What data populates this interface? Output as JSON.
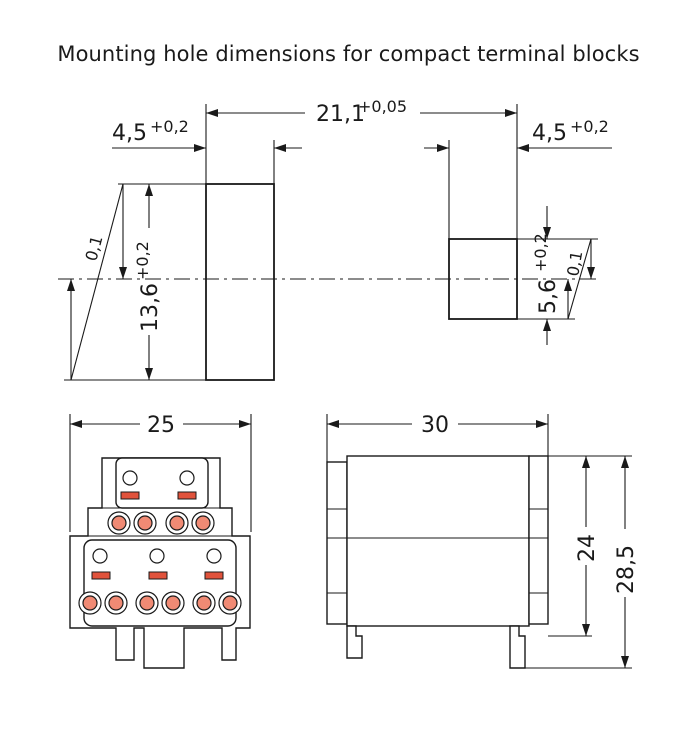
{
  "title": "Mounting hole dimensions for compact terminal blocks",
  "dimensions": {
    "hole_pitch": {
      "value": "21,1",
      "tolerance": "+0,05"
    },
    "hole_width_left": {
      "value": "4,5",
      "tolerance": "+0,2"
    },
    "hole_width_right": {
      "value": "4,5",
      "tolerance": "+0,2"
    },
    "hole_height_left": {
      "value": "13,6",
      "tolerance": "+0,2"
    },
    "hole_height_right": {
      "value": "5,6",
      "tolerance": "+0,2"
    },
    "slant_left": "0,1",
    "slant_right": "0,1",
    "front_width": "25",
    "side_width": "30",
    "side_height_inner": "24",
    "side_height_outer": "28,5"
  }
}
